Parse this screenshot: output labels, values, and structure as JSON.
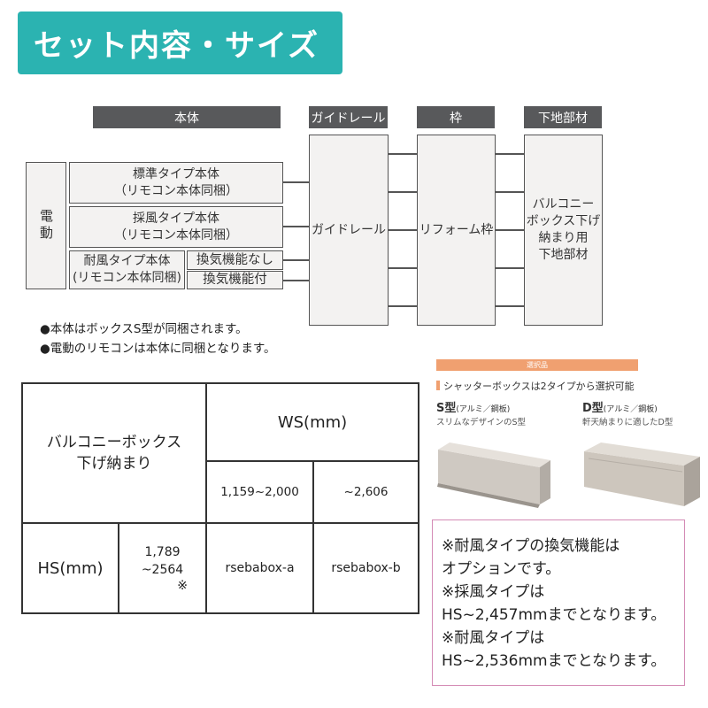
{
  "title": "セット内容・サイズ",
  "headers": {
    "body": "本体",
    "guide_rail": "ガイドレール",
    "frame": "枠",
    "base": "下地部材"
  },
  "diagram": {
    "drive": "電動",
    "models": [
      {
        "line1": "標準タイプ本体",
        "line2": "（リモコン本体同梱）"
      },
      {
        "line1": "採風タイプ本体",
        "line2": "（リモコン本体同梱）"
      }
    ],
    "windproof": {
      "line1": "耐風タイプ本体",
      "line2": "(リモコン本体同梱)"
    },
    "vent_options": [
      "換気機能なし",
      "換気機能付"
    ],
    "guide_rail_box": "ガイドレール",
    "frame_box": "リフォーム枠",
    "base_box": [
      "バルコニー",
      "ボックス下げ",
      "納まり用",
      "下地部材"
    ]
  },
  "notes": [
    "●本体はボックスS型が同梱されます。",
    "●電動のリモコンは本体に同梱となります。"
  ],
  "size_table": {
    "corner": [
      "バルコニーボックス",
      "下げ納まり"
    ],
    "ws_label": "WS(mm)",
    "ws_ranges": [
      "1,159~2,000",
      "~2,606"
    ],
    "hs_label": "HS(mm)",
    "hs_range": [
      "1,789",
      "~2564"
    ],
    "hs_mark": "※",
    "products": [
      "rsebabox-a",
      "rsebabox-b"
    ]
  },
  "selection": {
    "header": "選択品",
    "subtitle": "シャッターボックスは2タイプから選択可能",
    "types": [
      {
        "name": "S型",
        "material": "(アルミ／鋼板)",
        "desc": "スリムなデザインのS型"
      },
      {
        "name": "D型",
        "material": "(アルミ／鋼板)",
        "desc": "軒天納まりに適したD型"
      }
    ]
  },
  "remarks": [
    "※耐風タイプの換気機能は",
    "オプションです。",
    "※採風タイプは",
    "HS~2,457mmまでとなります。",
    "※耐風タイプは",
    "HS~2,536mmまでとなります。"
  ],
  "colors": {
    "accent": "#2bb3b1",
    "header_bg": "#58595b",
    "remarks_border": "#d48bb5",
    "selection": "#f0a070"
  }
}
